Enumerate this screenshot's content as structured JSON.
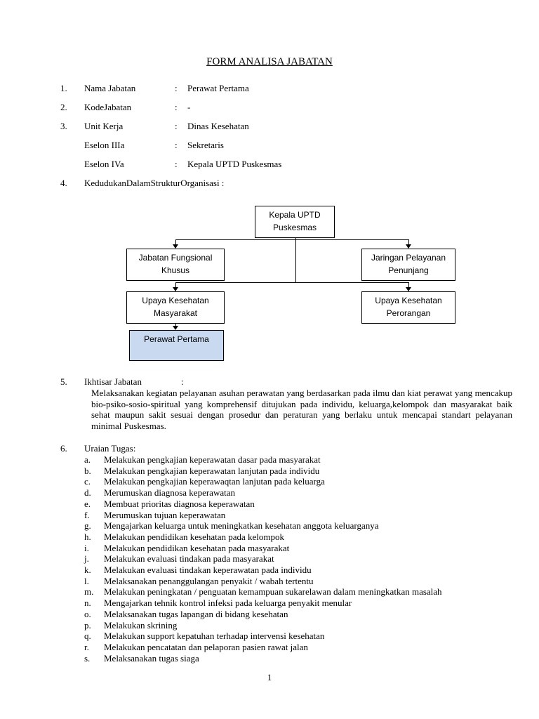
{
  "title": "FORM ANALISA JABATAN",
  "fields": {
    "nama_jabatan": {
      "num": "1.",
      "label": "Nama Jabatan",
      "value": "Perawat Pertama"
    },
    "kode_jabatan": {
      "num": "2.",
      "label": "KodeJabatan",
      "value": "-"
    },
    "unit_kerja": {
      "num": "3.",
      "label": "Unit Kerja",
      "value": "Dinas Kesehatan"
    },
    "eselon_3a": {
      "label": "Eselon IIIa",
      "value": "Sekretaris"
    },
    "eselon_4a": {
      "label": "Eselon IVa",
      "value": "Kepala UPTD Puskesmas"
    }
  },
  "colon": ":",
  "kedudukan": {
    "num": "4.",
    "label": "KedudukanDalamStrukturOrganisasi :"
  },
  "org_chart": {
    "top": {
      "line1": "Kepala UPTD",
      "line2": "Puskesmas"
    },
    "left_1": {
      "line1": "Jabatan Fungsional",
      "line2": "Khusus"
    },
    "right_1": {
      "line1": "Jaringan Pelayanan",
      "line2": "Penunjang"
    },
    "left_2": {
      "line1": "Upaya Kesehatan",
      "line2": "Masyarakat"
    },
    "right_2": {
      "line1": "Upaya Kesehatan",
      "line2": "Perorangan"
    },
    "highlight": {
      "line1": "Perawat Pertama"
    }
  },
  "ikhtisar": {
    "num": "5.",
    "label": "Ikhtisar Jabatan",
    "text": "Melaksanakan kegiatan pelayanan asuhan perawatan yang berdasarkan pada ilmu dan kiat perawat yang mencakup bio-psiko-sosio-spiritual yang komprehensif ditujukan pada individu, keluarga,kelompok dan masyarakat baik sehat maupun sakit sesuai dengan prosedur dan peraturan yang berlaku untuk mencapai standart pelayanan minimal Puskesmas."
  },
  "uraian": {
    "num": "6.",
    "label": "Uraian Tugas:",
    "tasks": [
      {
        "letter": "a.",
        "text": "Melakukan pengkajian keperawatan dasar pada masyarakat"
      },
      {
        "letter": "b.",
        "text": "Melakukan pengkajian keperawatan lanjutan pada individu"
      },
      {
        "letter": "c.",
        "text": "Melakukan pengkajian keperawaqtan lanjutan pada keluarga"
      },
      {
        "letter": "d.",
        "text": "Merumuskan diagnosa keperawatan"
      },
      {
        "letter": "e.",
        "text": "Membuat prioritas diagnosa keperawatan"
      },
      {
        "letter": "f.",
        "text": "Merumuskan tujuan keperawatan"
      },
      {
        "letter": "g.",
        "text": "Mengajarkan keluarga untuk meningkatkan kesehatan anggota keluarganya"
      },
      {
        "letter": "h.",
        "text": "Melakukan pendidikan kesehatan pada kelompok"
      },
      {
        "letter": "i.",
        "text": "Melakukan pendidikan kesehatan pada masyarakat"
      },
      {
        "letter": "j.",
        "text": "Melakukan evaluasi tindakan pada masyarakat"
      },
      {
        "letter": "k.",
        "text": "Melakukan evaluasi tindakan keperawatan pada individu"
      },
      {
        "letter": "l.",
        "text": "Melaksanakan penanggulangan penyakit / wabah tertentu"
      },
      {
        "letter": "m.",
        "text": "Melakukan peningkatan / penguatan kemampuan sukarelawan dalam meningkatkan masalah"
      },
      {
        "letter": "n.",
        "text": "Mengajarkan tehnik kontrol infeksi pada keluarga penyakit menular"
      },
      {
        "letter": "o.",
        "text": "Melaksanakan tugas lapangan di bidang kesehatan"
      },
      {
        "letter": "p.",
        "text": "Melakukan skrining"
      },
      {
        "letter": "q.",
        "text": "Melakukan support kepatuhan terhadap intervensi kesehatan"
      },
      {
        "letter": "r.",
        "text": "Melakukan pencatatan dan pelaporan pasien  rawat jalan"
      },
      {
        "letter": "s.",
        "text": "Melaksanakan tugas siaga"
      }
    ]
  },
  "page_number": "1"
}
